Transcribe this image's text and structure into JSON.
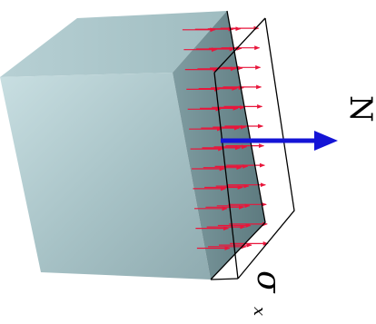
{
  "labels": {
    "force": "N",
    "stress_symbol": "σ",
    "stress_subscript": "x"
  },
  "colors": {
    "block_face": "#a9c7cb",
    "block_top": "#c4dadd",
    "block_side": "#6f8d92",
    "stress_arrows": "#e8163b",
    "force_arrow": "#1414d6",
    "outline": "#000000"
  }
}
